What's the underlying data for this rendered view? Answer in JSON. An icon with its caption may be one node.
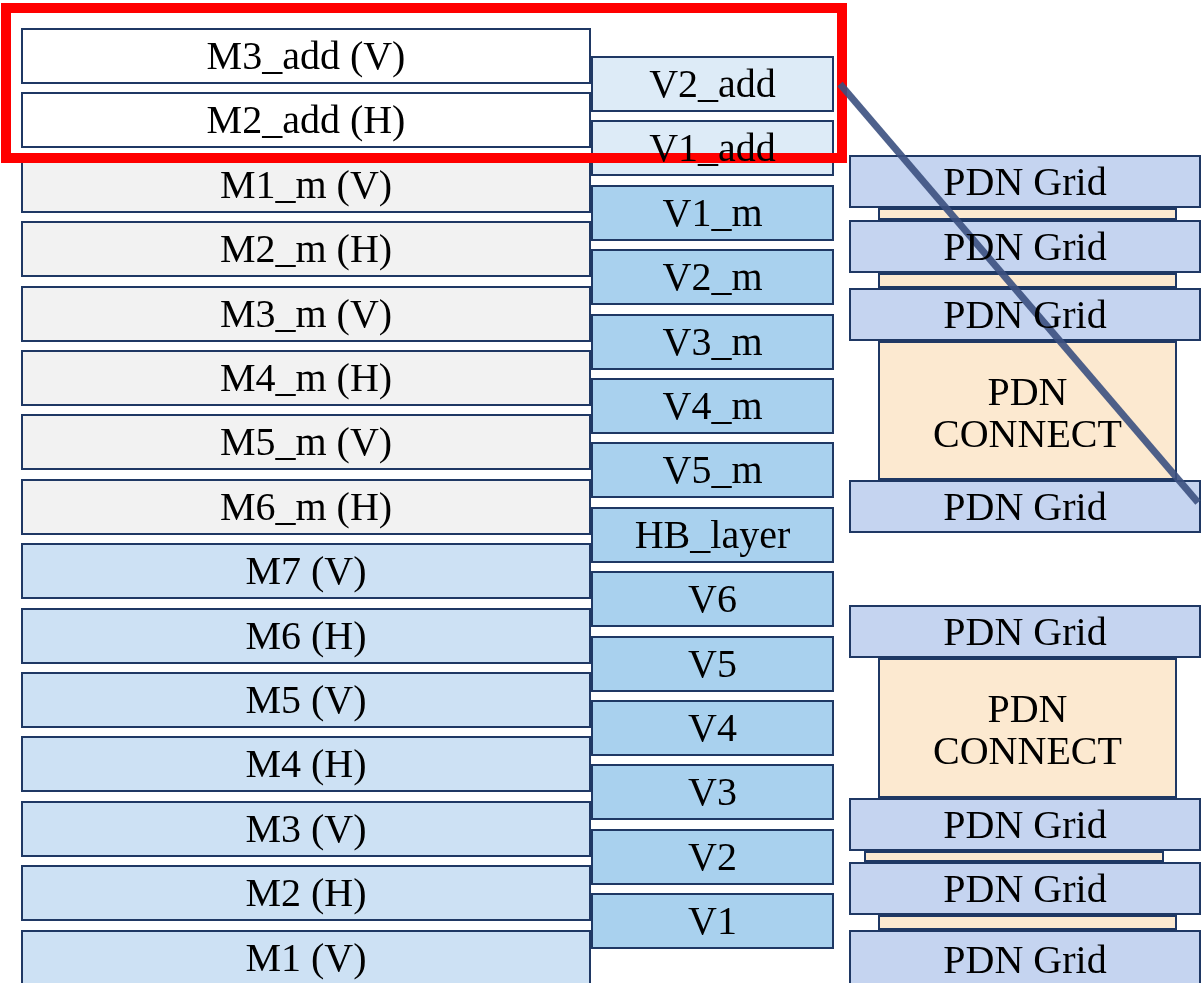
{
  "diagram": {
    "nodes": [
      {
        "text": [
          "M3_add (V)"
        ]
      },
      {
        "text": [
          "M2_add (H)"
        ]
      },
      {
        "text": [
          "M1_m (V)"
        ]
      },
      {
        "text": [
          "M2_m (H)"
        ]
      },
      {
        "text": [
          "M3_m (V)"
        ]
      },
      {
        "text": [
          "M4_m (H)"
        ]
      },
      {
        "text": [
          "M5_m (V)"
        ]
      },
      {
        "text": [
          "M6_m (H)"
        ]
      },
      {
        "text": [
          "M7 (V)"
        ]
      },
      {
        "text": [
          "M6 (H)"
        ]
      },
      {
        "text": [
          "M5 (V)"
        ]
      },
      {
        "text": [
          "M4 (H)"
        ]
      },
      {
        "text": [
          "M3 (V)"
        ]
      },
      {
        "text": [
          "M2 (H)"
        ]
      },
      {
        "text": [
          "M1 (V)"
        ]
      },
      {
        "text": [
          "V2_add"
        ]
      },
      {
        "text": [
          "V1_add"
        ]
      },
      {
        "text": [
          "V1_m"
        ]
      },
      {
        "text": [
          "V2_m"
        ]
      },
      {
        "text": [
          "V3_m"
        ]
      },
      {
        "text": [
          "V4_m"
        ]
      },
      {
        "text": [
          "V5_m"
        ]
      },
      {
        "text": [
          "HB_layer"
        ]
      },
      {
        "text": [
          "V6"
        ]
      },
      {
        "text": [
          "V5"
        ]
      },
      {
        "text": [
          "V4"
        ]
      },
      {
        "text": [
          "V3"
        ]
      },
      {
        "text": [
          "V2"
        ]
      },
      {
        "text": [
          "V1"
        ]
      },
      {
        "text": [
          "PDN Grid"
        ]
      },
      {
        "text": [],
        "shape": "bar"
      },
      {
        "text": [
          "PDN Grid"
        ]
      },
      {
        "text": [],
        "shape": "bar"
      },
      {
        "text": [
          "PDN Grid"
        ]
      },
      {
        "text": [
          "PDN CONNECT"
        ]
      },
      {
        "text": [
          "PDN Grid"
        ]
      },
      {
        "text": [
          "PDN Grid"
        ]
      },
      {
        "text": [
          "PDN CONNECT"
        ]
      },
      {
        "text": [
          "PDN Grid"
        ]
      },
      {
        "text": [],
        "shape": "bar"
      },
      {
        "text": [
          "PDN Grid"
        ]
      },
      {
        "text": [],
        "shape": "bar"
      },
      {
        "text": [
          "PDN Grid"
        ]
      }
    ],
    "edges": [
      {
        "from": 15,
        "to": 35,
        "arrow": "none"
      }
    ]
  }
}
